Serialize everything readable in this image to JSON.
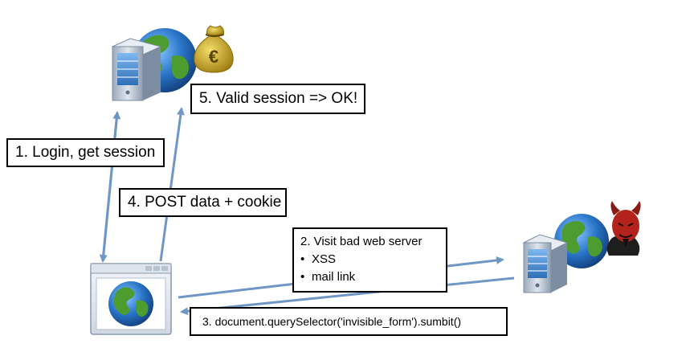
{
  "labels": {
    "step1": "1. Login, get session",
    "step2": {
      "title": "2. Visit bad web server",
      "bullets": [
        "XSS",
        "mail link"
      ]
    },
    "step3": "3. document.querySelector('invisible_form').sumbit()",
    "step4": "4. POST data + cookie",
    "step5": "5. Valid session => OK!"
  },
  "icons": {
    "bank_server": [
      "server-icon",
      "globe-icon",
      "money-bag-icon"
    ],
    "browser": [
      "browser-window-icon",
      "globe-icon"
    ],
    "attacker_server": [
      "server-icon",
      "globe-icon",
      "devil-icon"
    ],
    "money_bag_symbol": "€"
  },
  "colors": {
    "arrow": "#6f97c6",
    "box_border": "#000000",
    "globe_ocean": "#2a76c9",
    "globe_land": "#4d9c2f",
    "server_body": "#b7c4d3",
    "server_panel": "#4b8fd6",
    "money_bag": "#c9a21a",
    "devil": "#b3231b"
  }
}
